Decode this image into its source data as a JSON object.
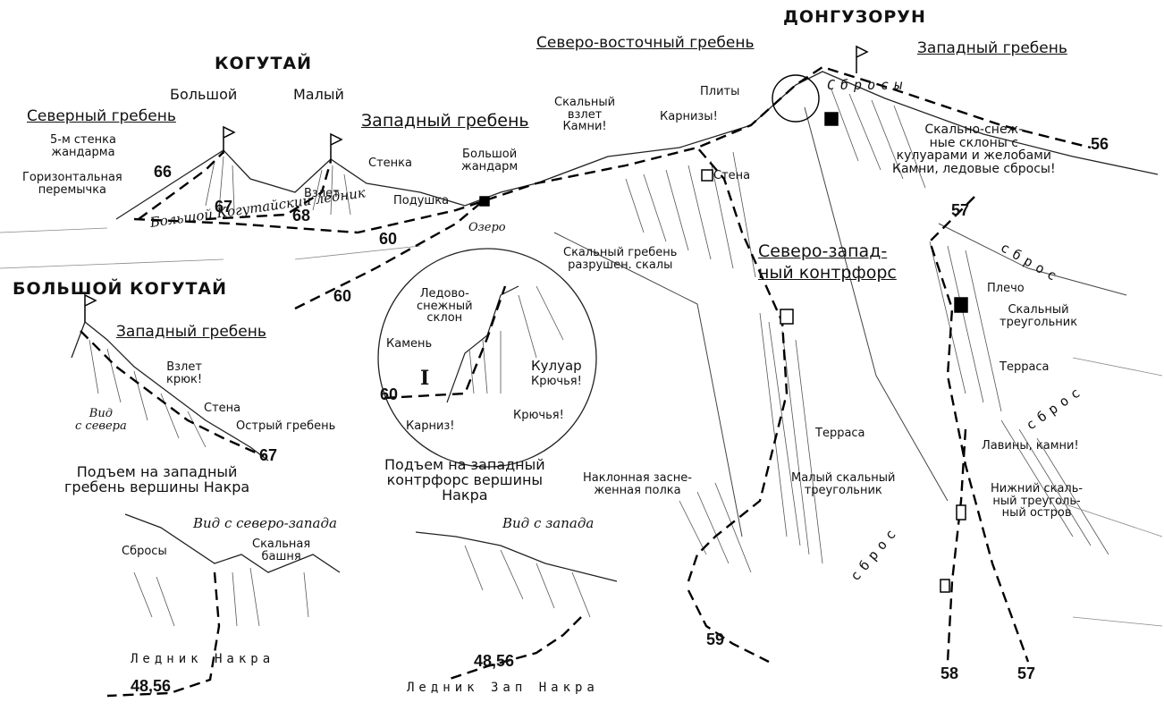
{
  "peaks": {
    "dongu": "ДОНГУЗОРУН",
    "kogutai": "КОГУТАЙ",
    "bolshoi": "Большой",
    "maly": "Малый",
    "bolshoi_kogutai": "БОЛЬШОЙ КОГУТАЙ"
  },
  "ridges": {
    "ne": "Северо-восточный гребень",
    "west_dongu": "Западный гребень",
    "north": "Северный гребень",
    "west_kogutai": "Западный гребень",
    "west_bk": "Западный гребень",
    "nw_buttress": "Северо-запад-\nный контрфорс"
  },
  "features": {
    "stena5": "5-м стенка\nжандарма",
    "horiz": "Горизонтальная\nперемычка",
    "stenka": "Стенка",
    "vzlet": "Взлет",
    "podushka": "Подушка",
    "zhandarm": "Большой\nжандарм",
    "ozero": "Озеро",
    "ledik": "Большой Когутайский ледник",
    "skvzlet": "Скальный\nвзлет\nКамни!",
    "plity": "Плиты",
    "karnizy": "Карнизы!",
    "stena": "Стена",
    "sbrosy": "Сбросы",
    "skslopes": "Скально-снеж-\nные склоны с\nкулуарами и желобами\nКамни, ледовые сбросы!",
    "skgreben": "Скальный гребень\nразрушен. скалы",
    "plecho": "Плечо",
    "sktri": "Скальный\nтреугольник",
    "terrasa1": "Терраса",
    "terrasa2": "Терраса",
    "laviny": "Лавины, камни!",
    "maly_tri": "Малый скальный\nтреугольник",
    "naklon": "Наклонная засне-\nженная полка",
    "nizh": "Нижний скаль-\nный треуголь-\nный остров",
    "sbros_a": "сброс",
    "sbros_b": "сброс",
    "sbros_c": "сброс"
  },
  "inset_circle": {
    "label": "I",
    "ledovo": "Ледово-\nснежный\nсклон",
    "kamen": "Камень",
    "kuluar": "Кулуар",
    "kryuchya1": "Крючья!",
    "kryuchya2": "Крючья!",
    "karniz": "Карниз!"
  },
  "bk_panel": {
    "vzlet": "Взлет\nкрюк!",
    "stena": "Стена",
    "ostry": "Острый гребень",
    "vid": "Вид\nс севера"
  },
  "bottom_left": {
    "title": "Подъем на западный\nгребень вершины Накра",
    "vid": "Вид с северо-запада",
    "sbrosy": "Сбросы",
    "bashnya": "Скальная\nбашня",
    "lednik": "Ледник Накра"
  },
  "bottom_mid": {
    "title": "Подъем на западный\nконтрфорс вершины\nНакра",
    "vid": "Вид с запада",
    "lednik": "Ледник Зап Накра"
  },
  "routes": {
    "r66": "66",
    "r67a": "67",
    "r68": "68",
    "r60a": "60",
    "r60b": "60",
    "r60c": "60",
    "r67b": "67",
    "r56a": "56",
    "r57a": "57",
    "r59": "59",
    "r58": "58",
    "r57b": "57",
    "r4856a": "48,56",
    "r4856b": "48,56"
  }
}
